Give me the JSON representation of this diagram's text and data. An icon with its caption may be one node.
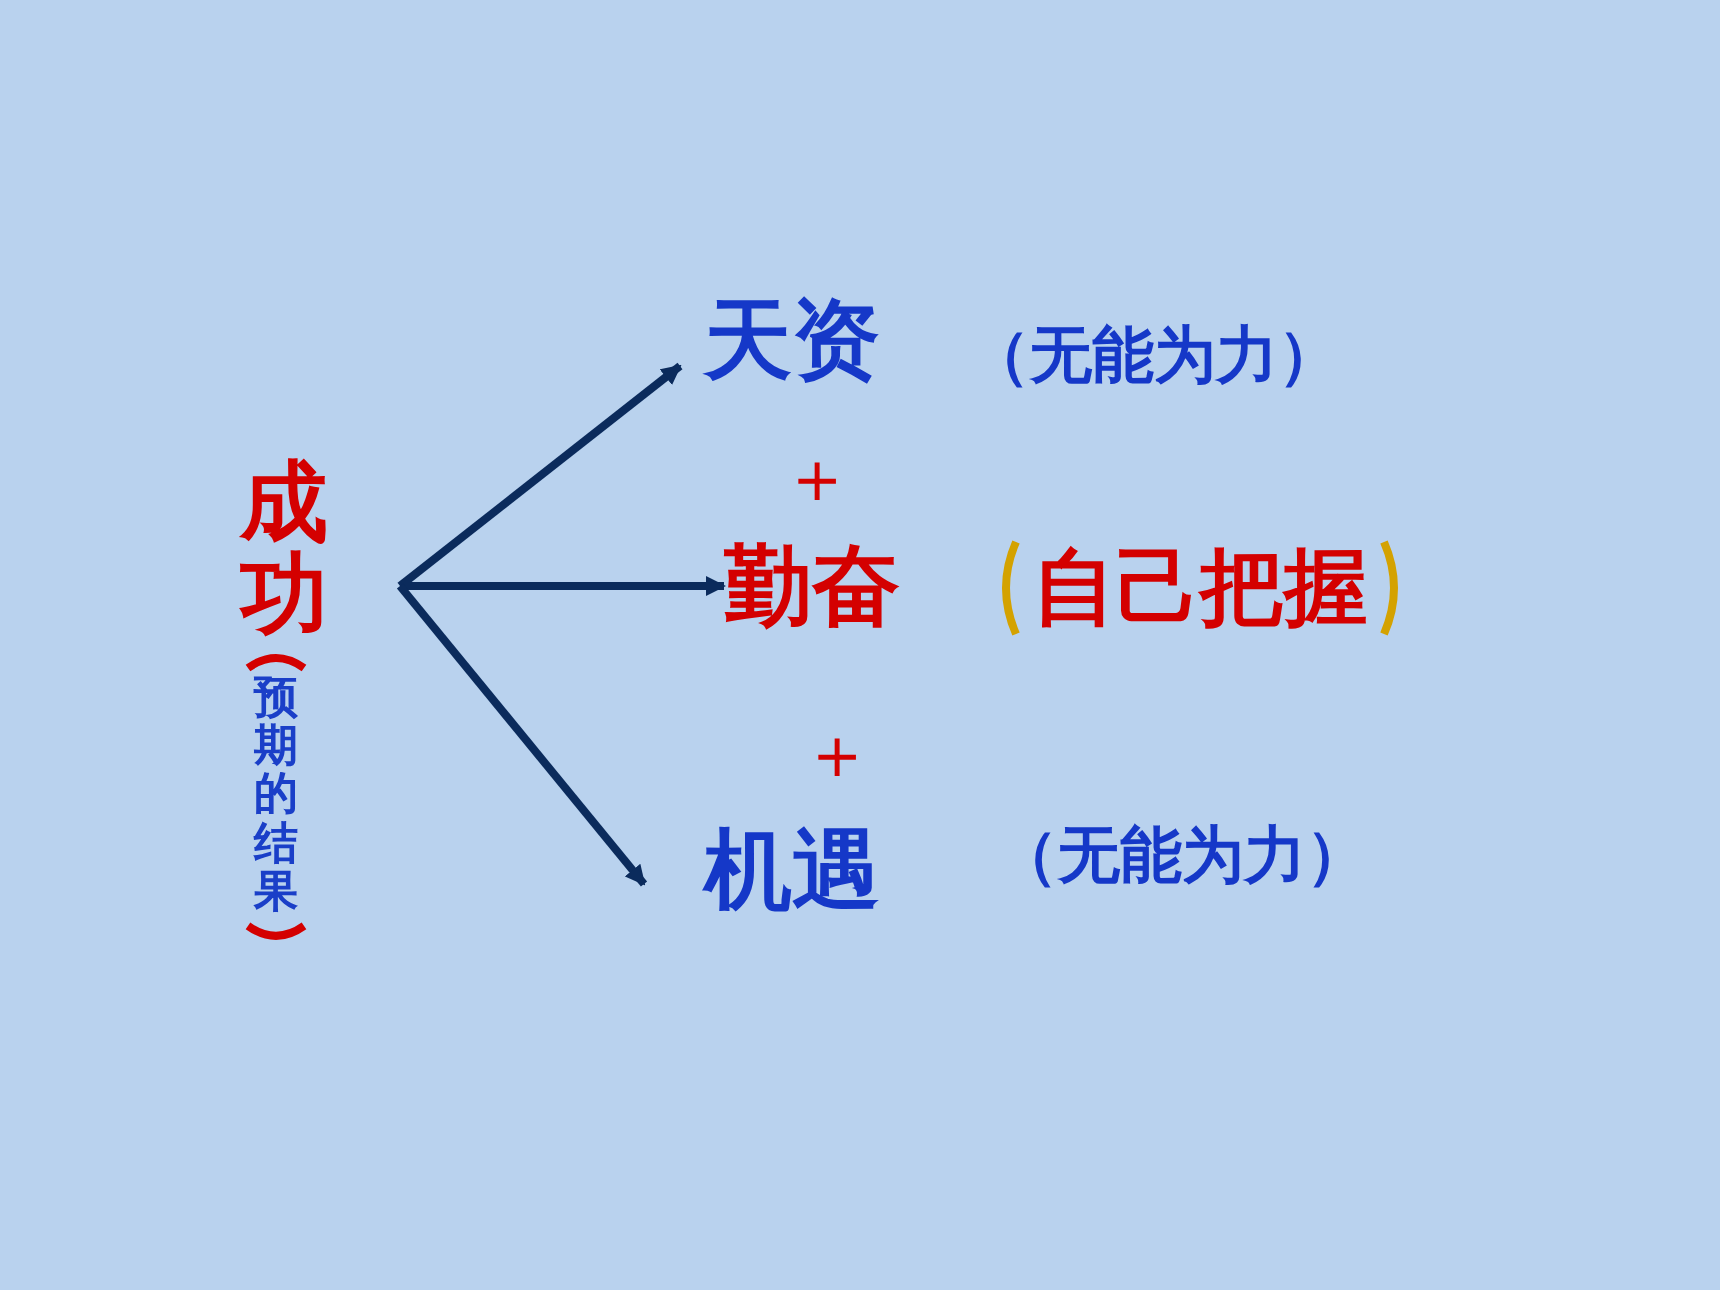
{
  "diagram": {
    "nodes": [
      {
        "text": [
          "成功"
        ],
        "beside": [
          "预期的结果"
        ]
      },
      {
        "text": [
          "天资"
        ],
        "beside": [
          "（无能为力）"
        ]
      },
      {
        "text": [
          "勤奋"
        ],
        "beside": [
          "自己把握"
        ]
      },
      {
        "text": [
          "机遇"
        ],
        "beside": [
          "（无能为力）"
        ]
      }
    ],
    "edges": [
      {
        "from": 0,
        "to": 1,
        "arrow": "to"
      },
      {
        "from": 0,
        "to": 2,
        "arrow": "to"
      },
      {
        "from": 0,
        "to": 3,
        "arrow": "to"
      }
    ],
    "labels": [
      "+",
      "+"
    ]
  }
}
